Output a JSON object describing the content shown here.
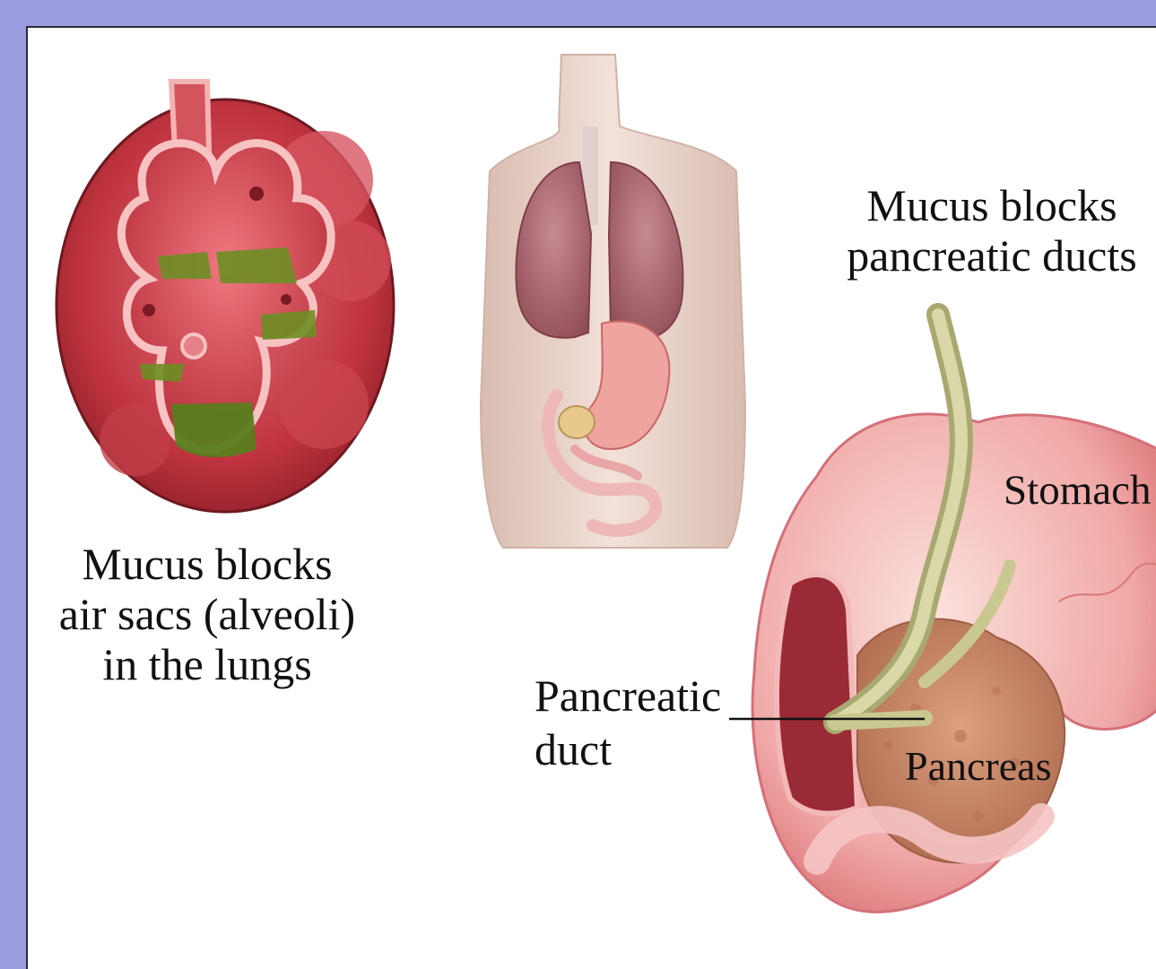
{
  "labels": {
    "alveoli": [
      "Mucus blocks",
      "air sacs (alveoli)",
      "in the lungs"
    ],
    "pancreatic_ducts": [
      "Mucus blocks",
      "pancreatic ducts"
    ],
    "stomach": "Stomach",
    "pancreatic_duct": [
      "Pancreatic",
      "duct"
    ],
    "pancreas": "Pancreas"
  },
  "colors": {
    "page_background": "#9c9ce0",
    "panel_background": "#ffffff",
    "tissue_red": "#c8414b",
    "mucus_green": "#6b8e23",
    "skin": "#ecd6cc",
    "lung": "#a8646e",
    "pancreas": "#c98a6a",
    "duct": "#c8c890"
  }
}
